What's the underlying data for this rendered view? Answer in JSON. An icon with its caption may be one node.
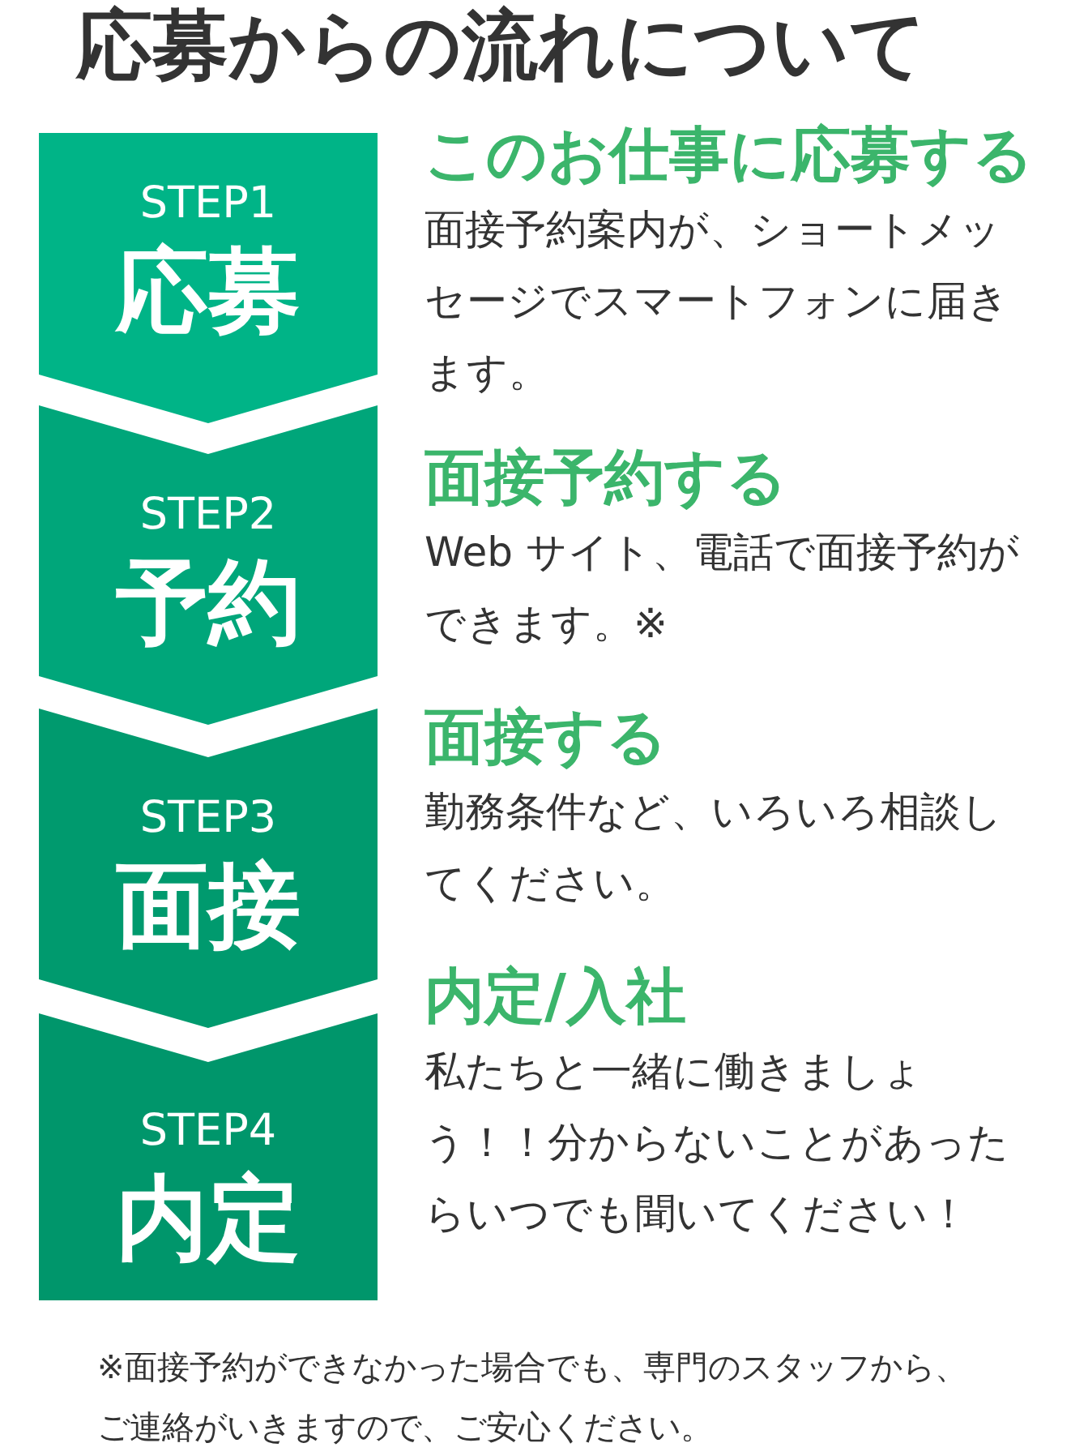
{
  "diagram": {
    "title": "応募からの流れについて",
    "nodes": [
      {
        "text": [
          "STEP1",
          "応募"
        ],
        "beside": [
          "このお仕事に応募する",
          "面接予約案内が、ショートメッセージでスマートフォンに届きます。"
        ]
      },
      {
        "text": [
          "STEP2",
          "予約"
        ],
        "beside": [
          "面接予約する",
          "Web サイト、電話で面接予約ができます。※"
        ]
      },
      {
        "text": [
          "STEP3",
          "面接"
        ],
        "beside": [
          "面接する",
          "勤務条件など、いろいろ相談してください。"
        ]
      },
      {
        "text": [
          "STEP4",
          "内定"
        ],
        "beside": [
          "内定/入社",
          "私たちと一緒に働きましょう！！分からないことがあったらいつでも聞いてください！"
        ]
      }
    ],
    "labels": [
      "※面接予約ができなかった場合でも、専門のスタッフから、ご連絡がいきますので、ご安心ください。"
    ]
  }
}
